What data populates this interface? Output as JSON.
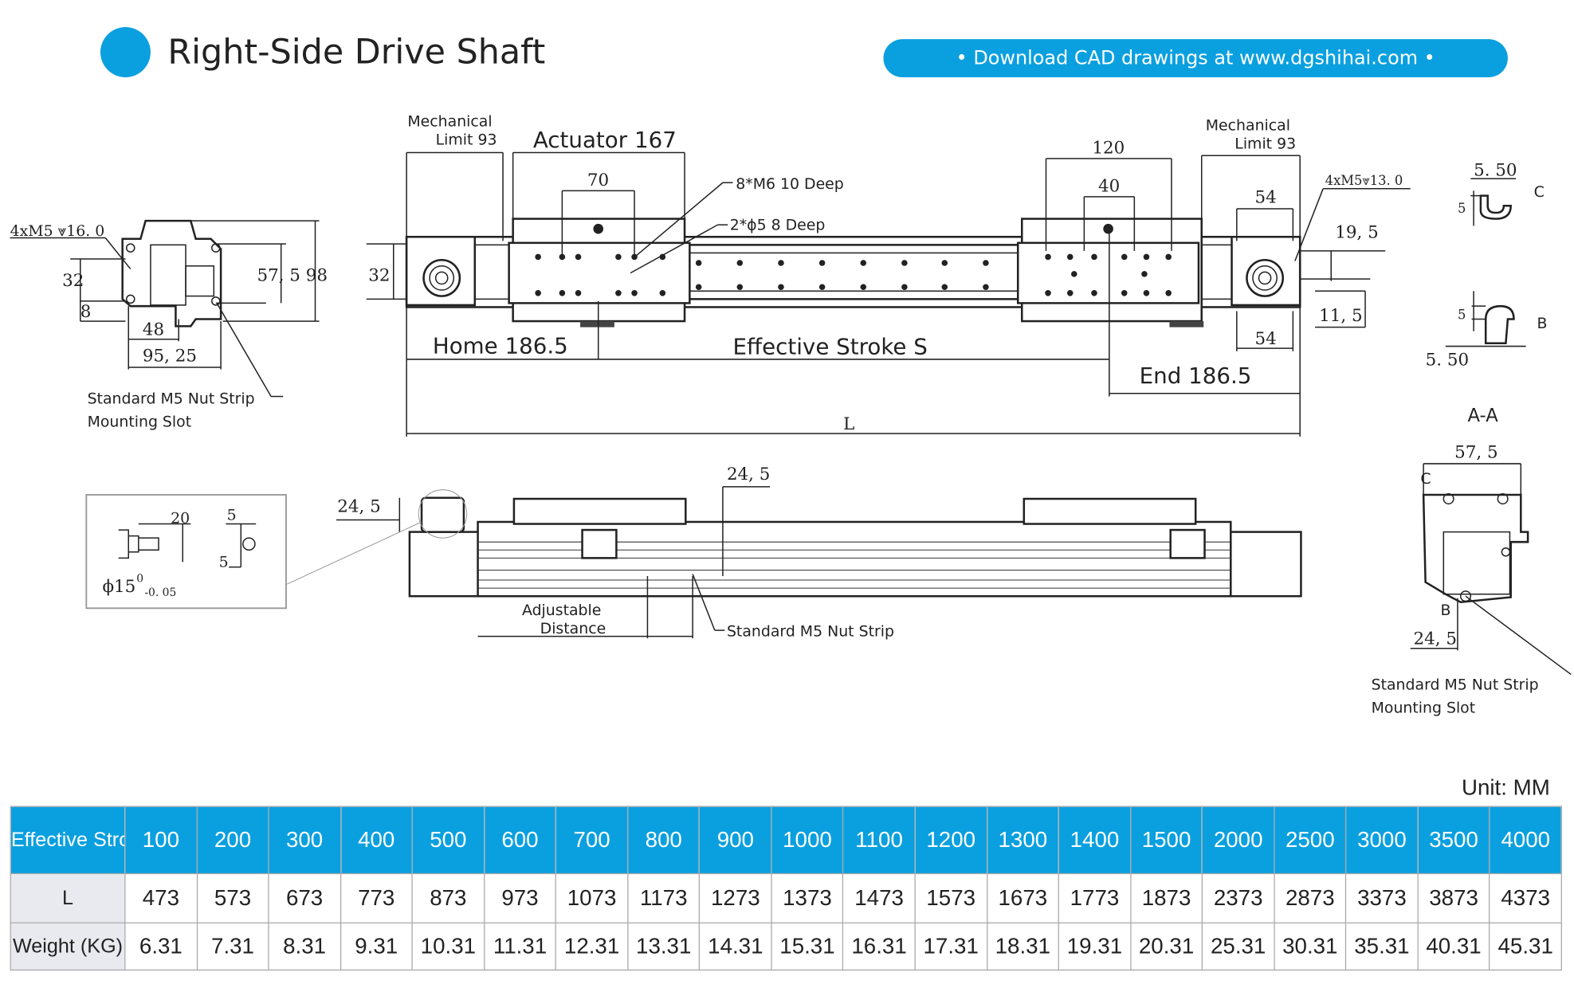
{
  "header": {
    "title": "Right-Side Drive Shaft",
    "banner": "• Download CAD drawings at www.dgshihai.com •",
    "accent": "#0aa0e0"
  },
  "drawing": {
    "mech_limit_left": [
      "Mechanical",
      "Limit 93"
    ],
    "actuator": "Actuator 167",
    "dim_70": "70",
    "m6": "8*M6 10 Deep",
    "phi5": "2*ϕ5 8 Deep",
    "dim_120": "120",
    "dim_40": "40",
    "dim_54_top": "54",
    "mech_limit_right": [
      "Mechanical",
      "Limit 93"
    ],
    "m5_13": "4xM5⩔13. 0",
    "dim_19_5": "19, 5",
    "dim_11_5": "11, 5",
    "dim_54_bottom": "54",
    "dim_32_top": "32",
    "home": "Home 186.5",
    "effective_stroke": "Effective Stroke S",
    "end": "End 186.5",
    "L": "L",
    "end_view": {
      "m5_16": "4xM5 ⩔16. 0",
      "dim_32": "32",
      "dim_8": "8",
      "dim_48": "48",
      "dim_57_98": "57, 5 98",
      "dim_95_25": "95, 25",
      "slot_label": [
        "Standard M5 Nut Strip",
        "Mounting Slot"
      ]
    },
    "side": {
      "dim_24_5_left": "24, 5",
      "dim_24_5_top": "24, 5",
      "adjustable": [
        "Adjustable",
        "Distance"
      ],
      "nut_strip": "Standard M5 Nut Strip"
    },
    "detail": {
      "dim_20": "20",
      "dim_5a": "5",
      "dim_5b": "5",
      "phi15": "ϕ15",
      "tol_up": "0",
      "tol_down": "-0. 05"
    },
    "slot_c": {
      "dim": "5. 50",
      "dim5": "5",
      "label": "C"
    },
    "slot_b": {
      "dim": "5. 50",
      "dim5": "5",
      "label": "B"
    },
    "section": {
      "title": "A-A",
      "dim_57_5": "57, 5",
      "c": "C",
      "b": "B",
      "dim_24_5": "24, 5",
      "label": [
        "Standard M5 Nut Strip",
        "Mounting Slot"
      ]
    }
  },
  "table": {
    "unit": "Unit: MM",
    "row_labels": [
      "Effective Stroke",
      "L",
      "Weight (KG)"
    ],
    "stroke": [
      "100",
      "200",
      "300",
      "400",
      "500",
      "600",
      "700",
      "800",
      "900",
      "1000",
      "1100",
      "1200",
      "1300",
      "1400",
      "1500",
      "2000",
      "2500",
      "3000",
      "3500",
      "4000"
    ],
    "L": [
      "473",
      "573",
      "673",
      "773",
      "873",
      "973",
      "1073",
      "1173",
      "1273",
      "1373",
      "1473",
      "1573",
      "1673",
      "1773",
      "1873",
      "2373",
      "2873",
      "3373",
      "3873",
      "4373"
    ],
    "weight": [
      "6.31",
      "7.31",
      "8.31",
      "9.31",
      "10.31",
      "11.31",
      "12.31",
      "13.31",
      "14.31",
      "15.31",
      "16.31",
      "17.31",
      "18.31",
      "19.31",
      "20.31",
      "25.31",
      "30.31",
      "35.31",
      "40.31",
      "45.31"
    ]
  }
}
